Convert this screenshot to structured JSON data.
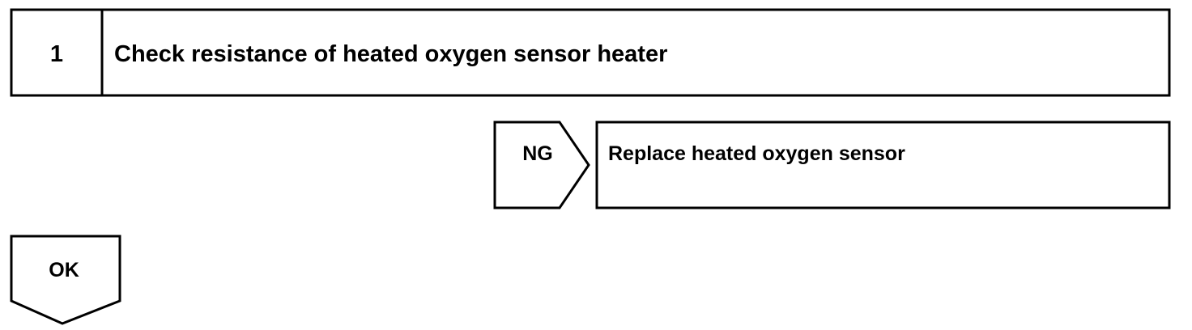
{
  "step": {
    "number": "1",
    "title": "Check resistance of heated oxygen sensor heater"
  },
  "ng_branch": {
    "label": "NG",
    "action": "Replace heated oxygen sensor"
  },
  "ok_branch": {
    "label": "OK"
  }
}
